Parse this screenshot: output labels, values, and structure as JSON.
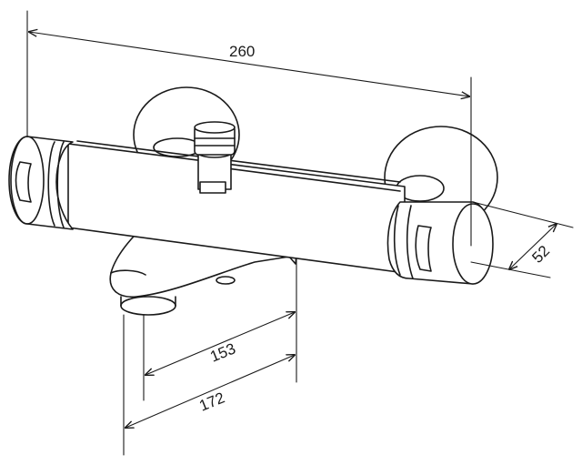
{
  "dimensions": {
    "overall_width": "260",
    "depth": "52",
    "spout_inner": "153",
    "spout_outer": "172"
  },
  "colors": {
    "line": "#1a1a1a",
    "background": "#ffffff"
  }
}
